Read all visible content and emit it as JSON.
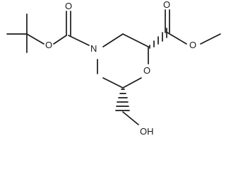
{
  "molecule": {
    "atoms": {
      "carbonyl_o_boc": "O",
      "ester_o_boc": "O",
      "ring_n": "N",
      "ring_o": "O",
      "carbonyl_o_ester": "O",
      "ester_o_methyl": "O",
      "hydroxyl": "OH"
    }
  },
  "colors": {
    "bond": "#1a1a1a",
    "background": "#ffffff"
  }
}
